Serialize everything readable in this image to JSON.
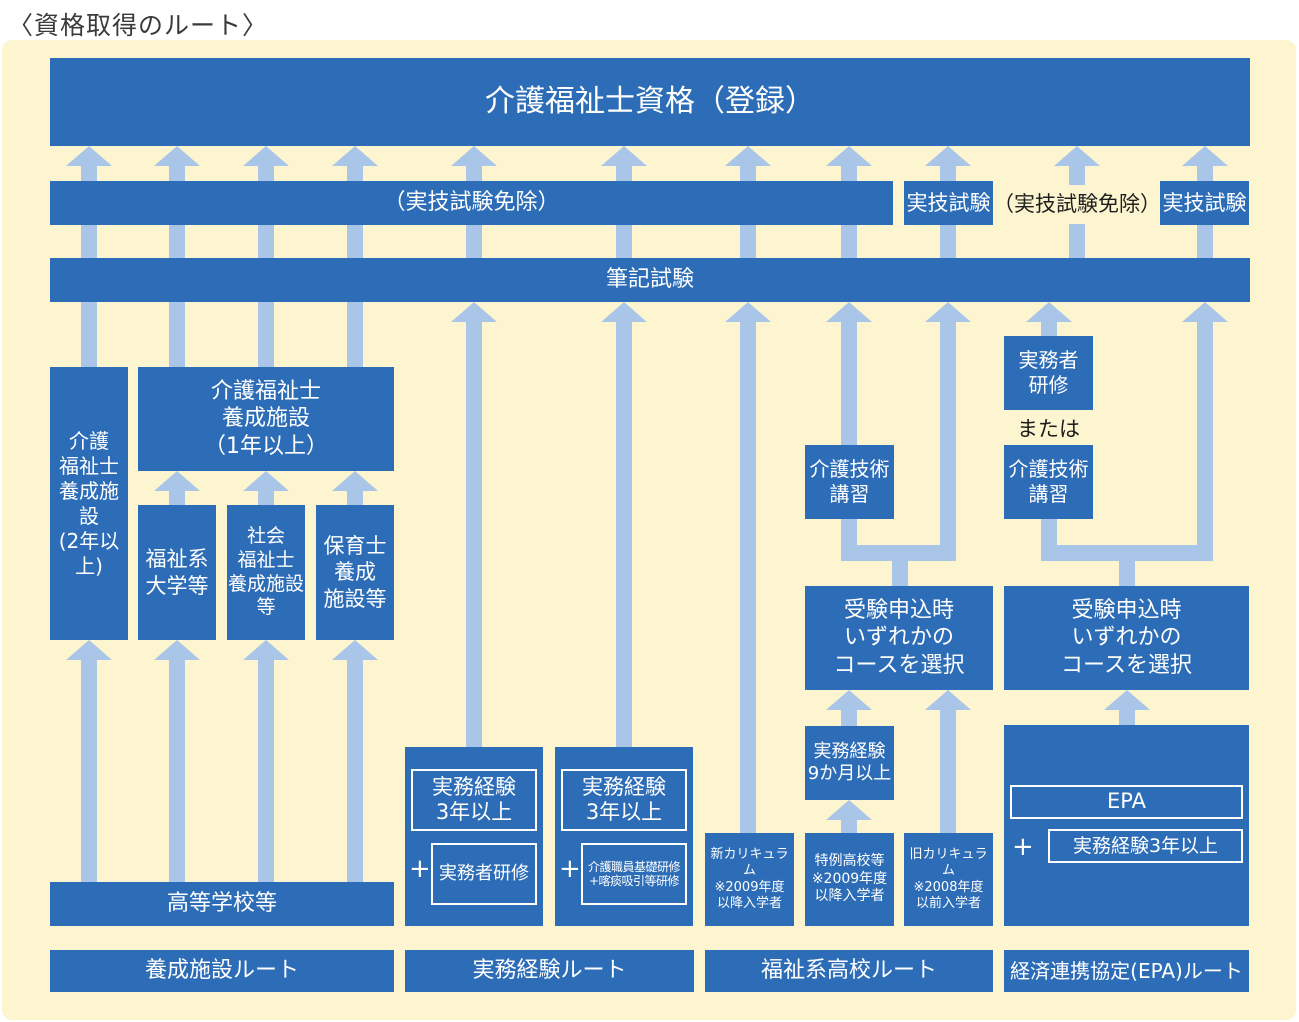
{
  "caption": "〈資格取得のルート〉",
  "top": {
    "title": "介護福祉士資格（登録）"
  },
  "practical": {
    "exempt_main": "（実技試験免除）",
    "exam_1": "実技試験",
    "exempt_epa": "（実技試験免除）",
    "exam_2": "実技試験"
  },
  "written": {
    "label": "筆記試験"
  },
  "training_route": {
    "facility_2yr": "介護\n福祉士\n養成施設\n(2年以上)",
    "facility_1yr": "介護福祉士\n養成施設\n（1年以上）",
    "welfare_univ": "福祉系\n大学等",
    "social_welfare": "社会\n福祉士\n養成施設\n等",
    "nursery": "保育士\n養成\n施設等",
    "high_school": "高等学校等",
    "label": "養成施設ルート"
  },
  "experience_route": {
    "exp_a": "実務経験\n3年以上",
    "training_a": "実務者研修",
    "exp_b": "実務経験\n3年以上",
    "training_b": "介護職員基礎研修\n+喀痰吸引等研修",
    "plus": "+",
    "label": "実務経験ルート"
  },
  "welfare_hs_route": {
    "tech_course": "介護技術\n講習",
    "select_course": "受験申込時\nいずれかの\nコースを選択",
    "exp_9m": "実務経験\n9か月以上",
    "new_curriculum": "新カリキュラム\n※2009年度\n以降入学者",
    "special_hs": "特例高校等\n※2009年度\n以降入学者",
    "old_curriculum": "旧カリキュラム\n※2008年度\n以前入学者",
    "label": "福祉系高校ルート"
  },
  "epa_route": {
    "practitioner_training": "実務者\n研修",
    "or": "または",
    "tech_course": "介護技術\n講習",
    "select_course": "受験申込時\nいずれかの\nコースを選択",
    "epa": "EPA",
    "exp_3y": "実務経験3年以上",
    "plus": "+",
    "label": "経済連携協定(EPA)ルート"
  },
  "colors": {
    "block": "#2d6db7",
    "arrow": "#a9c6e8",
    "panel": "#fdf5cf"
  }
}
